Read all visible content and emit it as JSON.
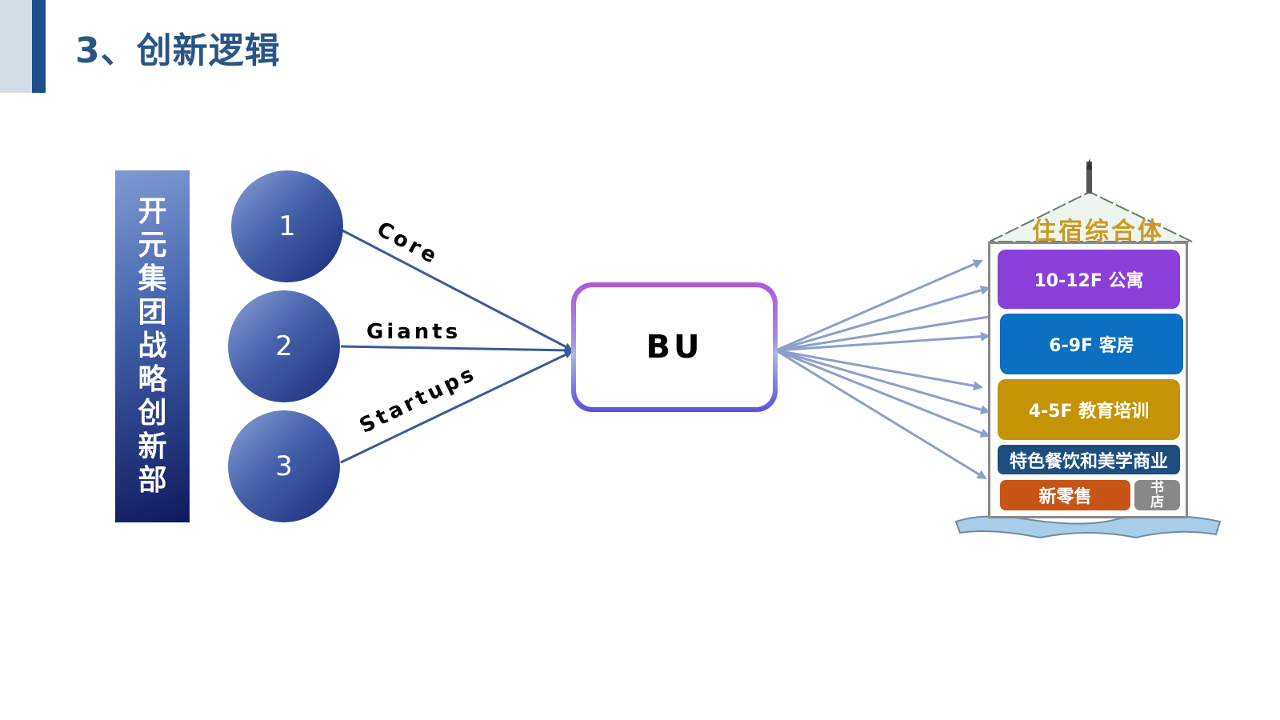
{
  "header": {
    "title": "3、创新逻辑"
  },
  "left_banner": {
    "chars": [
      "开",
      "元",
      "集",
      "团",
      "战",
      "略",
      "创",
      "新",
      "部"
    ]
  },
  "sources": [
    {
      "number": "1",
      "edge_label": "Core"
    },
    {
      "number": "2",
      "edge_label": "Giants"
    },
    {
      "number": "3",
      "edge_label": "Startups"
    }
  ],
  "hub": {
    "label": "BU"
  },
  "building": {
    "title": "住宿综合体",
    "floors": [
      {
        "label": "10-12F 公寓",
        "color": "#8b3fd9"
      },
      {
        "label": "6-9F 客房",
        "color": "#0b6fc2"
      },
      {
        "label": "4-5F 教育培训",
        "color": "#c49406"
      },
      {
        "label": "特色餐饮和美学商业",
        "color": "#1e4e80"
      },
      {
        "label": "新零售",
        "color": "#c65516"
      },
      {
        "label": "书店",
        "color": "#888888"
      }
    ]
  },
  "colors": {
    "accent_dark_blue": "#1c4f8c",
    "title_blue": "#2a5587",
    "inbound_arrow": "#3b5a99",
    "outbound_arrow": "#8d9fcb"
  }
}
